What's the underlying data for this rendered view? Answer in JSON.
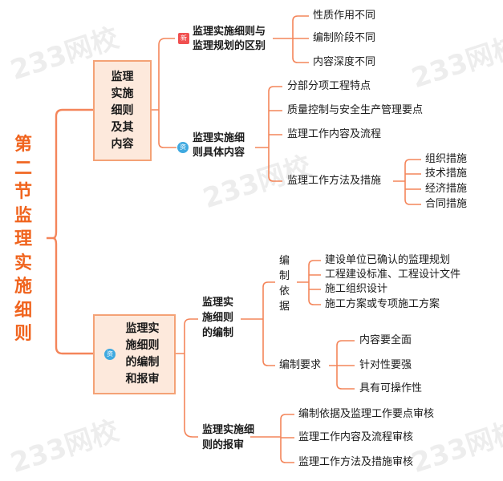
{
  "watermark": "233网校",
  "root": "第二节监理实施细则",
  "colors": {
    "accent": "#f0641e",
    "line": "#f4855a",
    "box_fill": "#fde9dc"
  },
  "section1": {
    "title": "监理\n实施\n细则\n及其\n内容",
    "branch1": {
      "title": "监理实施细则与\n监理规划的区别",
      "badge": "新",
      "items": [
        "性质作用不同",
        "编制阶段不同",
        "内容深度不同"
      ]
    },
    "branch2": {
      "title": "监理实施细\n则具体内容",
      "badge": "资",
      "items": [
        "分部分项工程特点",
        "质量控制与安全生产管理要点",
        "监理工作内容及流程",
        "监理工作方法及措施"
      ],
      "measures": [
        "组织措施",
        "技术措施",
        "经济措施",
        "合同措施"
      ]
    }
  },
  "section2": {
    "title": "监理实\n施细则\n的编制\n和报审",
    "badge": "资",
    "compile": {
      "title": "监理实\n施细则\n的编制",
      "basis_label": "编制依据",
      "basis": [
        "建设单位已确认的监理规划",
        "工程建设标准、工程设计文件",
        "施工组织设计",
        "施工方案或专项施工方案"
      ],
      "req_label": "编制要求",
      "requirements": [
        "内容要全面",
        "针对性要强",
        "具有可操作性"
      ]
    },
    "review": {
      "title": "监理实施细\n则的报审",
      "items": [
        "编制依据及监理工作要点审核",
        "监理工作内容及流程审核",
        "监理工作方法及措施审核"
      ]
    }
  }
}
